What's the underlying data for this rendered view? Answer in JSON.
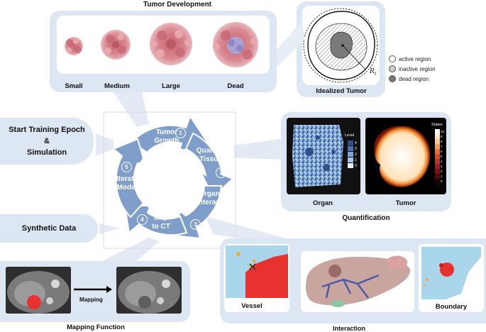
{
  "tumor_development": {
    "title": "Tumor Development",
    "stages": [
      "Small",
      "Medium",
      "Large",
      "Dead"
    ]
  },
  "idealized_tumor": {
    "title": "Idealized Tumor",
    "radius_label": "R",
    "radius_subscript": "t",
    "legend": [
      "active region",
      "inactive region",
      "dead region"
    ]
  },
  "cycle": {
    "steps": [
      {
        "num": "1",
        "line1": "Tumor",
        "line2": "Growth"
      },
      {
        "num": "2",
        "line1": "Quantify",
        "line2": "Tissue"
      },
      {
        "num": "3",
        "line1": "Organ",
        "line2": "Interact"
      },
      {
        "num": "4",
        "line1": "Map",
        "line2": "to CT"
      },
      {
        "num": "5",
        "line1": "Iterate",
        "line2": "Model"
      }
    ]
  },
  "start_training": {
    "line1": "Start Training Epoch",
    "line2": "&",
    "line3": "Simulation"
  },
  "synthetic_data": "Synthetic Data",
  "quantification": {
    "title": "Quantification",
    "organ_label": "Organ",
    "tumor_label": "Tumor",
    "level_title": "Level",
    "levels": [
      "4",
      "3",
      "2",
      "1",
      "0"
    ],
    "states_title": "States",
    "states": [
      "10",
      "9",
      "8",
      "7",
      "6",
      "5",
      "4",
      "3",
      "2",
      "1",
      "0"
    ]
  },
  "mapping_function": {
    "title": "Mapping Function",
    "arrow_label": "Mapping"
  },
  "interaction": {
    "title": "Interaction",
    "vessel_label": "Vessel",
    "boundary_label": "Boundary"
  },
  "colors": {
    "panel": "#dde6f3",
    "cycle": "#7f9fca",
    "tumor_cell": "#d98a93",
    "organ_blue": "#2f4f8f",
    "lesion_red": "#e8322f"
  }
}
